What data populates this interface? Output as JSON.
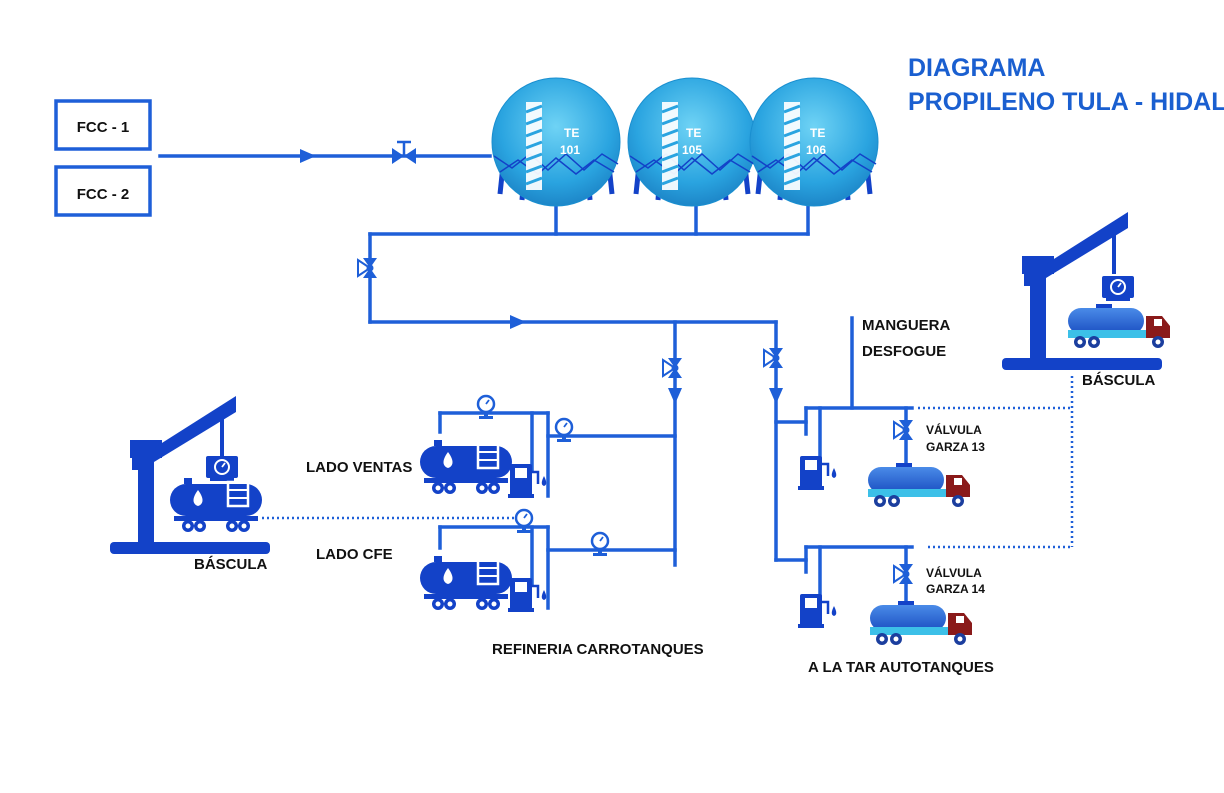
{
  "title": {
    "line1": "DIAGRAMA",
    "line2": "PROPILENO TULA - HIDALGO"
  },
  "sources": [
    {
      "label": "FCC - 1"
    },
    {
      "label": "FCC - 2"
    }
  ],
  "tanks": [
    {
      "line1": "TE",
      "line2": "101"
    },
    {
      "line1": "TE",
      "line2": "105"
    },
    {
      "line1": "TE",
      "line2": "106"
    }
  ],
  "labels": {
    "manguera": {
      "line1": "MANGUERA",
      "line2": "DESFOGUE"
    },
    "bascula_left": "BÁSCULA",
    "bascula_right": "BÁSCULA",
    "lado_ventas": "LADO VENTAS",
    "lado_cfe": "LADO CFE",
    "refineria": "REFINERIA CARROTANQUES",
    "autotanques": "A LA TAR AUTOTANQUES",
    "garza13": {
      "line1": "VÁLVULA",
      "line2": "GARZA 13"
    },
    "garza14": {
      "line1": "VÁLVULA",
      "line2": "GARZA 14"
    }
  },
  "colors": {
    "pipe": "#1e5fd8",
    "dark_blue": "#1342c8",
    "tank_sky": "#2aa4e0",
    "tank_light": "#58c6f0",
    "title": "#1a5fd0",
    "truck_red": "#8a1a1a",
    "cyan": "#3cc0e8",
    "label": "#111111"
  },
  "icons": [
    "flow-arrow-icon",
    "gate-valve-icon",
    "butterfly-valve-icon",
    "pressure-gauge-icon",
    "scale-display-icon",
    "fuel-pump-icon",
    "rail-tank-car-icon",
    "tanker-truck-icon",
    "crane-scale-icon",
    "spherical-tank-icon"
  ]
}
